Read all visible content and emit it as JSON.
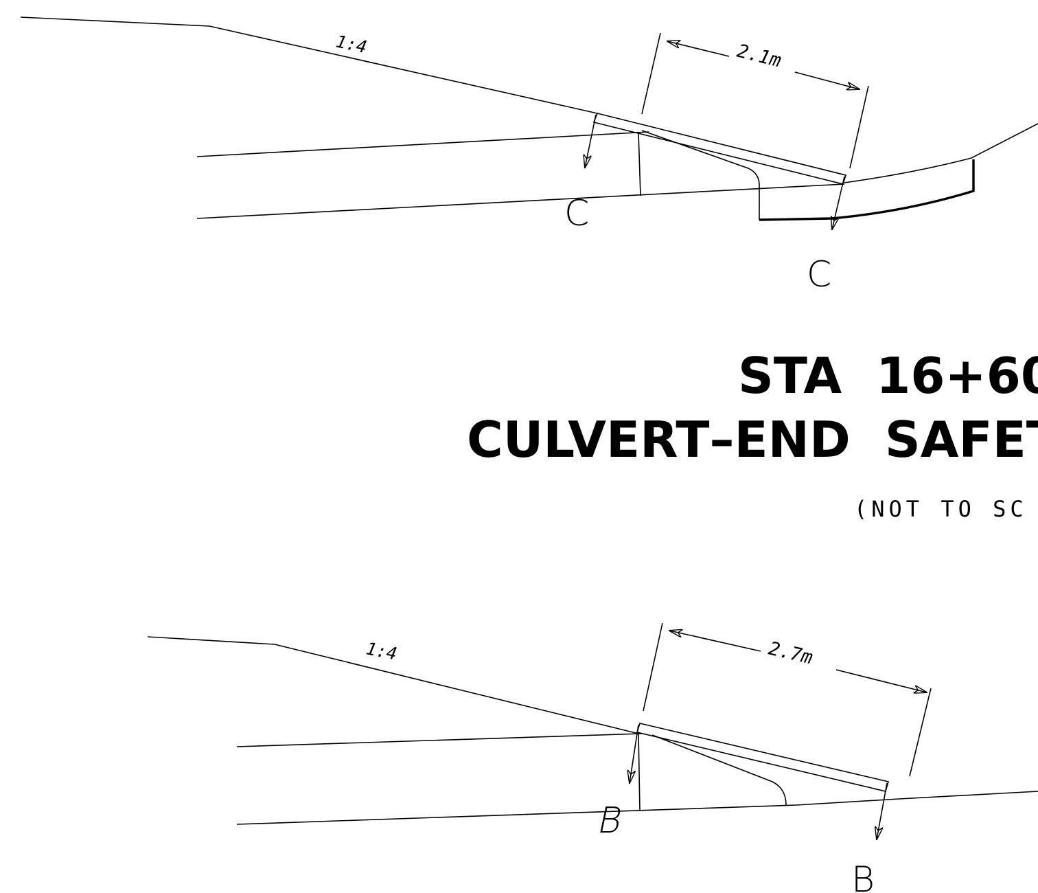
{
  "title": {
    "line1": "STA  16+60",
    "line2": "CULVERT–END  SAFET",
    "note": "(NOT TO SC"
  },
  "upper_view": {
    "slope_label": "1:4",
    "dimension_label": "2.1m",
    "section_label_left": "C",
    "section_label_right": "C"
  },
  "lower_view": {
    "slope_label": "1:4",
    "dimension_label": "2.7m",
    "section_label_left": "B",
    "section_label_right": "B"
  }
}
